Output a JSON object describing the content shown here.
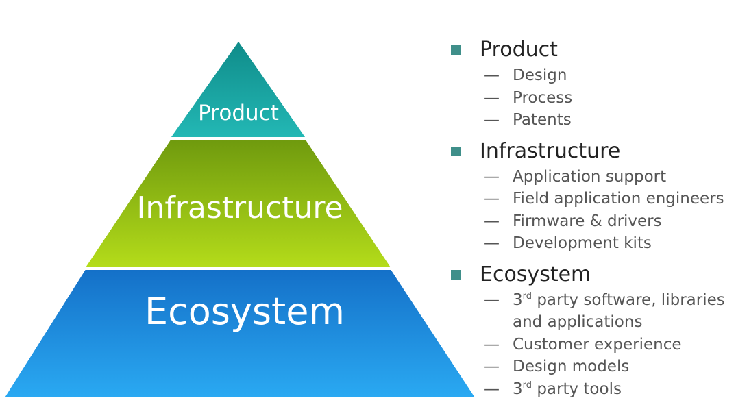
{
  "colors": {
    "bullet": "#3f8f8a",
    "product_top": "#0f8b89",
    "product_bottom": "#23b8b5",
    "infrastructure_top": "#6f9a0e",
    "infrastructure_bottom": "#b4dc1a",
    "ecosystem_top": "#1470c8",
    "ecosystem_bottom": "#2aa9f2"
  },
  "pyramid": {
    "product": "Product",
    "infrastructure": "Infrastructure",
    "ecosystem": "Ecosystem"
  },
  "outline": {
    "product": {
      "title": "Product",
      "dash": "—",
      "items": [
        "Design",
        "Process",
        "Patents"
      ]
    },
    "infrastructure": {
      "title": "Infrastructure",
      "dash": "—",
      "items": [
        "Application support",
        "Field application engineers",
        "Firmware & drivers",
        "Development kits"
      ]
    },
    "ecosystem": {
      "title": "Ecosystem",
      "dash": "—",
      "item1": {
        "num": "3",
        "sup": "rd",
        "rest": " party software, libraries",
        "cont": "and applications"
      },
      "item2": "Customer experience",
      "item3": "Design models",
      "item4": {
        "num": "3",
        "sup": "rd",
        "rest": " party tools"
      }
    }
  }
}
